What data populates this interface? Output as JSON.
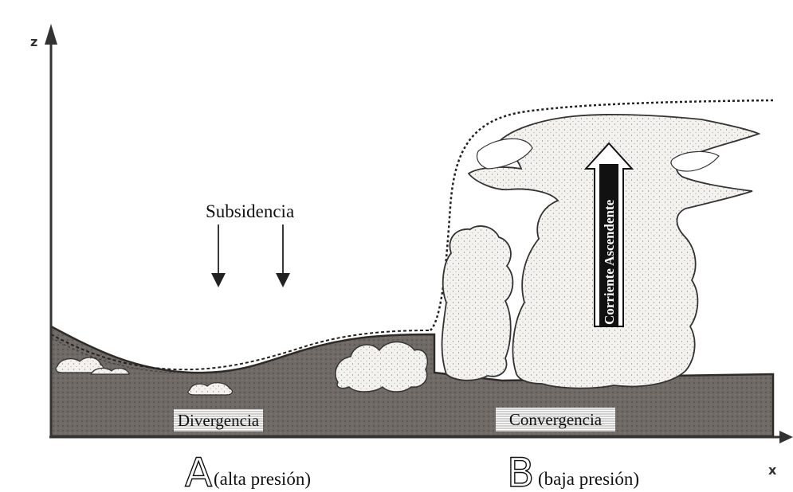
{
  "axes": {
    "z_label": "z",
    "x_label": "x"
  },
  "labels": {
    "subsidence": "Subsidencia",
    "updraft": "Corriente Ascendente",
    "divergence": "Divergencia",
    "convergence": "Convergencia"
  },
  "pressure": {
    "high": {
      "letter": "A",
      "text": "(alta presión)"
    },
    "low": {
      "letter": "B",
      "text": "(baja presión)"
    }
  }
}
